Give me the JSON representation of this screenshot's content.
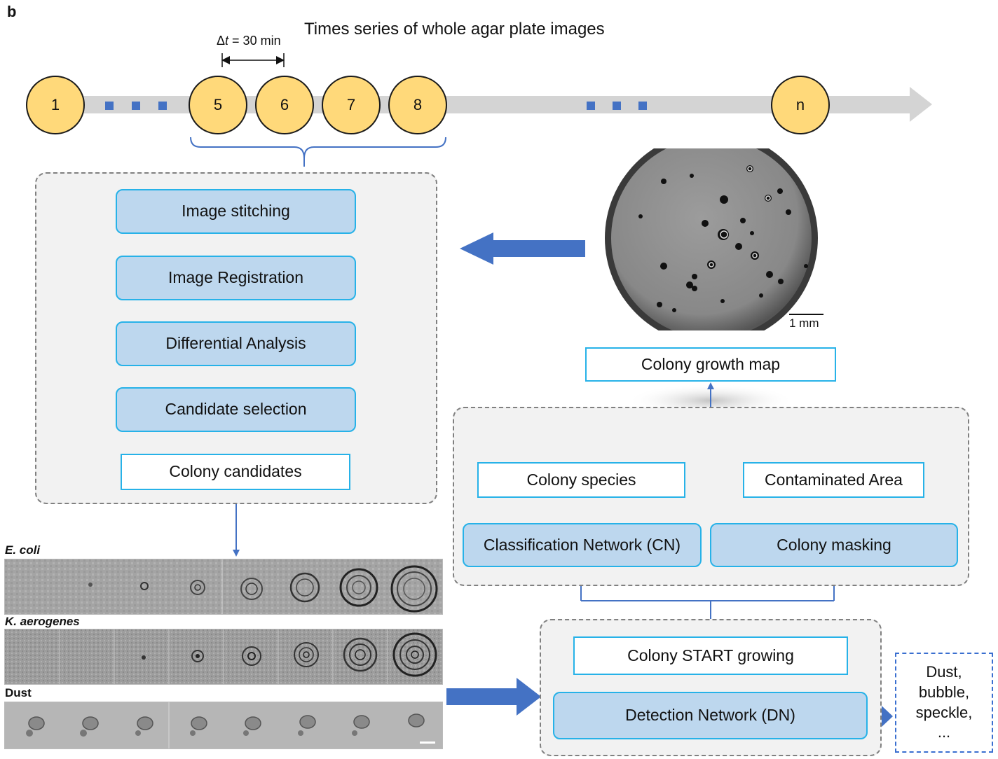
{
  "panel_letter": "b",
  "timeline": {
    "title": "Times series of whole agar plate images",
    "interval_prefix": "Δ",
    "interval_var": "t",
    "interval_suffix": " = 30 min",
    "frames": [
      "1",
      "5",
      "6",
      "7",
      "8",
      "n"
    ]
  },
  "left_pipeline": {
    "steps": [
      "Image stitching",
      "Image Registration",
      "Differential Analysis",
      "Candidate selection"
    ],
    "output": "Colony candidates"
  },
  "samples": {
    "ecoli": "E. coli",
    "kaero": "K. aerogenes",
    "dust": "Dust"
  },
  "plate": {
    "scale_label": "1 mm"
  },
  "right_pipeline": {
    "growth_map": "Colony growth map",
    "species": "Colony species",
    "contaminated": "Contaminated Area",
    "cn": "Classification Network (CN)",
    "masking": "Colony masking",
    "start": "Colony START growing",
    "dn": "Detection Network (DN)",
    "reject": [
      "Dust,",
      "bubble,",
      "speckle,",
      "..."
    ]
  },
  "colors": {
    "box_fill": "#bdd7ee",
    "box_border": "#27b2e8",
    "arrow": "#4472c4",
    "frame_fill": "#ffd97a",
    "timeline_bar": "#d4d4d4"
  }
}
